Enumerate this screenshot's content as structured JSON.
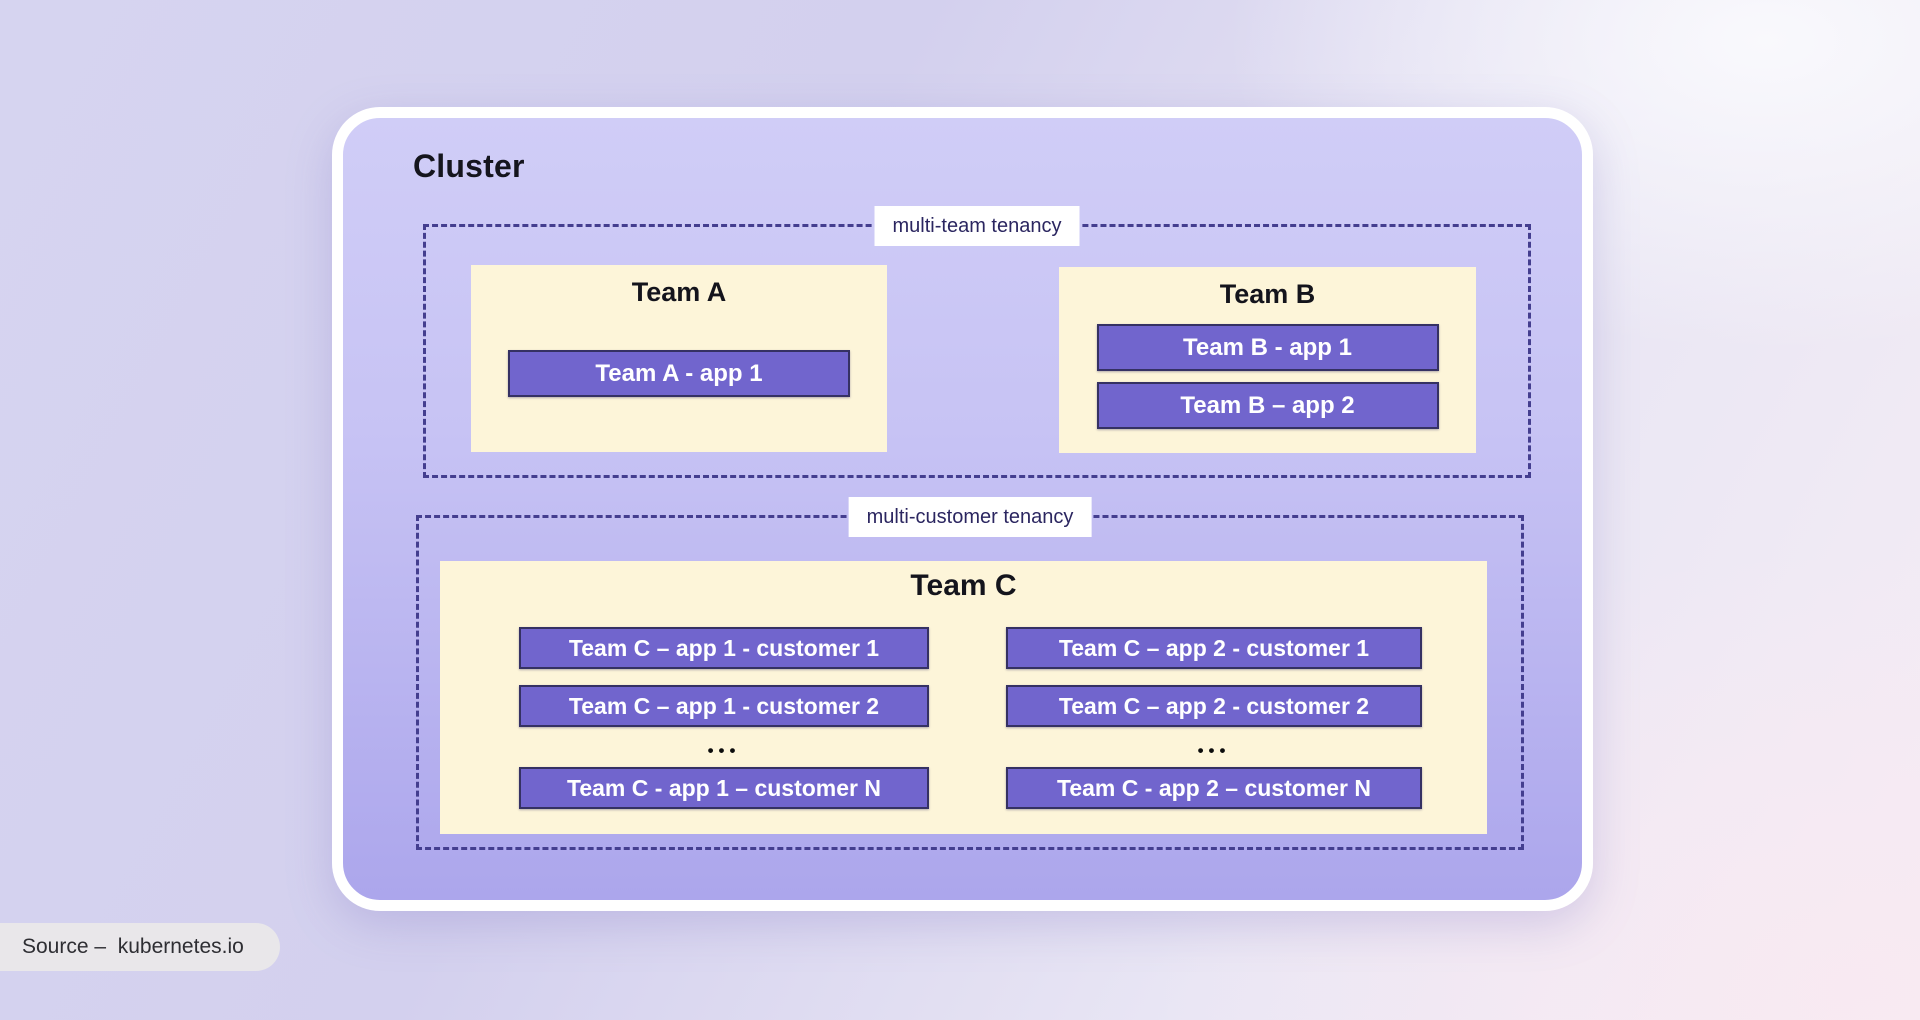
{
  "cluster": {
    "title": "Cluster",
    "zones": [
      {
        "label": "multi-team tenancy",
        "teams": [
          {
            "name": "Team A",
            "apps": [
              "Team A - app 1"
            ]
          },
          {
            "name": "Team B",
            "apps": [
              "Team B - app 1",
              "Team B – app 2"
            ]
          }
        ]
      },
      {
        "label": "multi-customer tenancy",
        "teams": [
          {
            "name": "Team C",
            "columns": [
              {
                "apps": [
                  "Team C – app 1 - customer 1",
                  "Team C – app 1 - customer 2"
                ],
                "ellipsis": "•••",
                "last_app": "Team C - app 1 – customer N"
              },
              {
                "apps": [
                  "Team C – app 2 - customer 1",
                  "Team C – app 2 - customer 2"
                ],
                "ellipsis": "•••",
                "last_app": "Team C - app 2 – customer N"
              }
            ]
          }
        ]
      }
    ]
  },
  "source": {
    "text": "Source –  kubernetes.io"
  },
  "colors": {
    "cluster_fill_top": "#d0cdf7",
    "cluster_fill_bottom": "#aca6ec",
    "cluster_border": "#ffffff",
    "team_box_fill": "#fdf5d9",
    "app_fill": "#7165cd",
    "app_border": "#353163",
    "app_text": "#ffffff",
    "dashed_border": "#443e8f",
    "zone_label_text": "#2b2660",
    "title_text": "#15151d",
    "source_pill_fill": "#e9e7ea"
  }
}
